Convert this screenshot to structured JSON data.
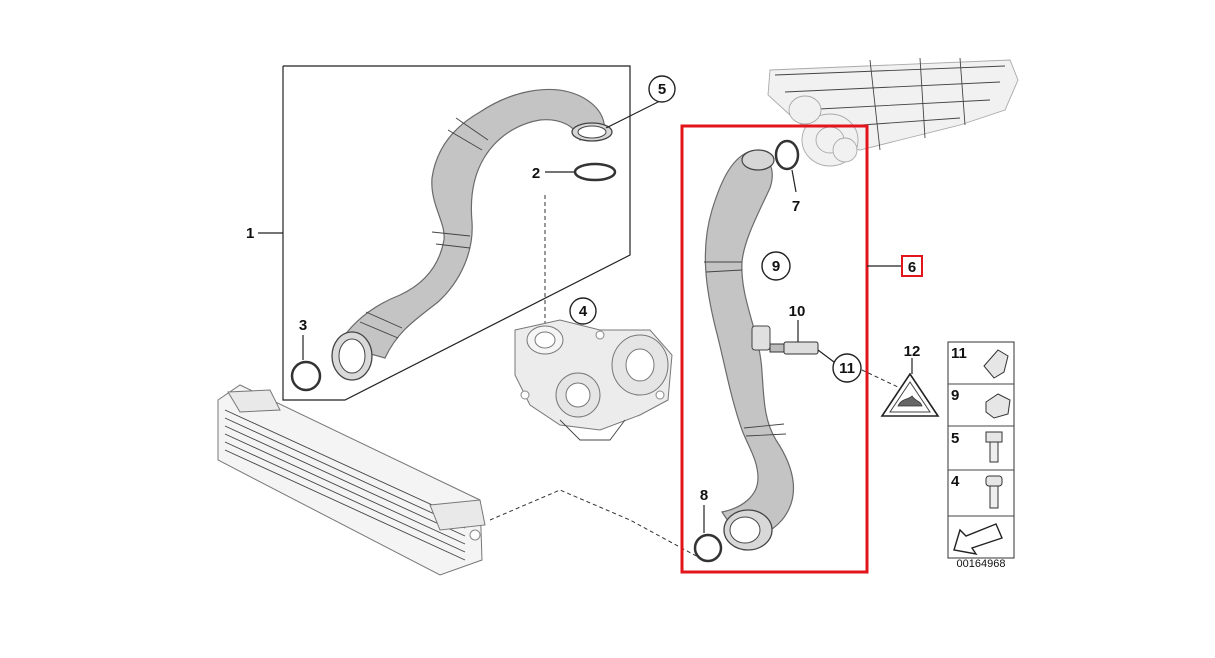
{
  "callouts": {
    "c1": "1",
    "c2": "2",
    "c3": "3",
    "c4": "4",
    "c5": "5",
    "c6": "6",
    "c7": "7",
    "c8": "8",
    "c9": "9",
    "c10": "10",
    "c11": "11",
    "c12": "12"
  },
  "legend": {
    "items": [
      "11",
      "9",
      "5",
      "4"
    ]
  },
  "diagram_number": "00164968",
  "colors": {
    "highlight": "#e3141b",
    "hose": "#c4c4c4",
    "outline": "#222222"
  }
}
